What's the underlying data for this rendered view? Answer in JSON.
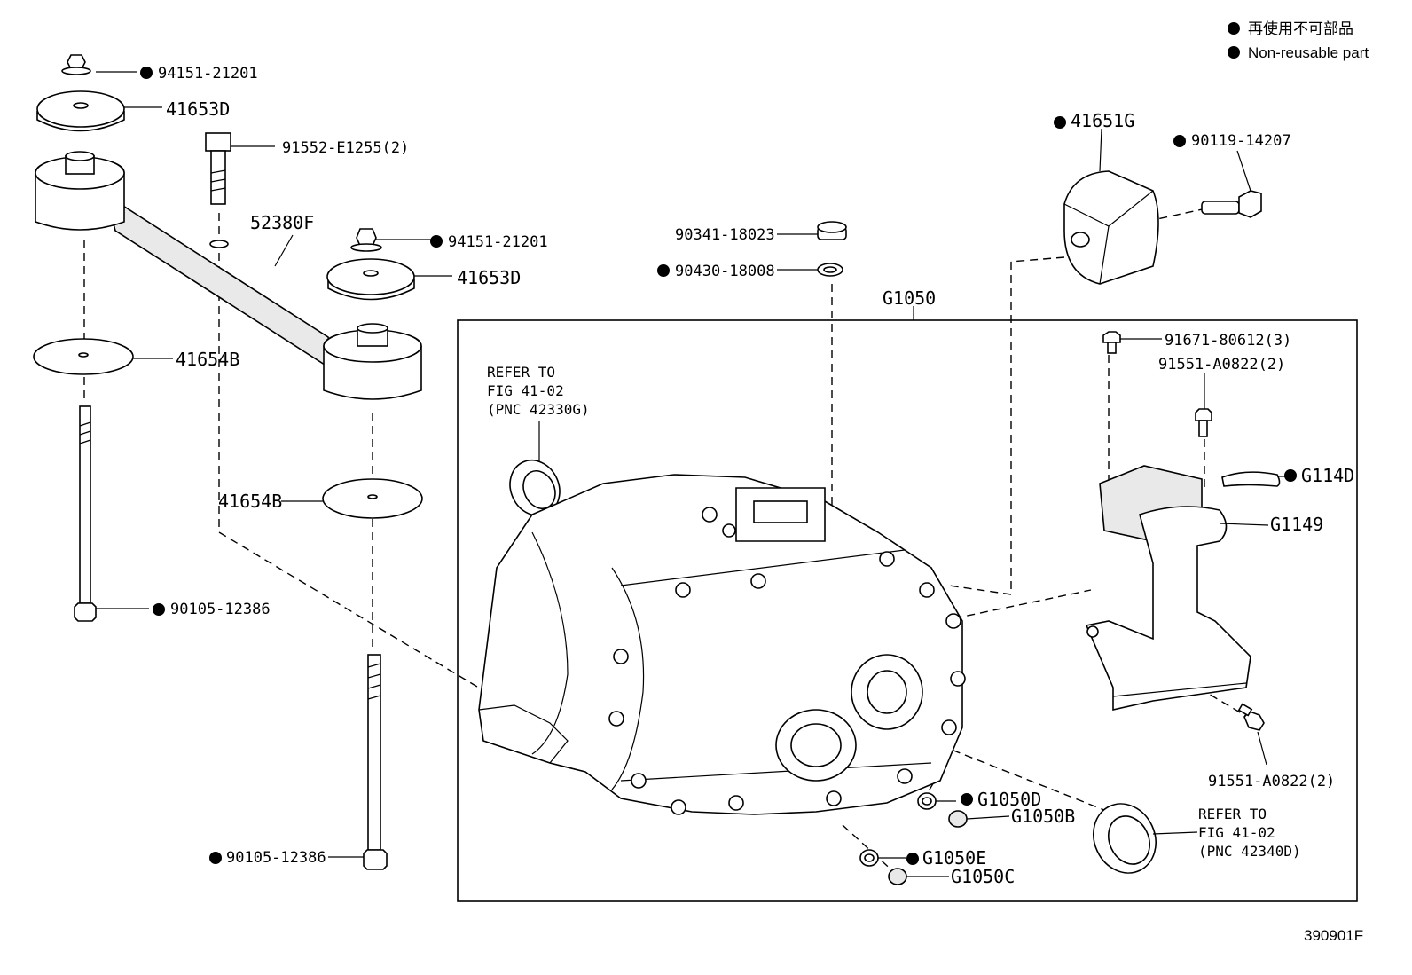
{
  "legend": {
    "line_ja": "再使用不可部品",
    "line_en": "Non-reusable part"
  },
  "figure_code": "390901F",
  "assembly_label": "G1050",
  "parts": [
    {
      "id": "p1",
      "text": "94151-21201",
      "non_reusable": true
    },
    {
      "id": "p2",
      "text": "41653D",
      "non_reusable": false
    },
    {
      "id": "p3",
      "text": "91552-E1255(2)",
      "non_reusable": false
    },
    {
      "id": "p4",
      "text": "52380F",
      "non_reusable": false
    },
    {
      "id": "p5",
      "text": "94151-21201",
      "non_reusable": true
    },
    {
      "id": "p6",
      "text": "41653D",
      "non_reusable": false
    },
    {
      "id": "p7",
      "text": "41654B",
      "non_reusable": false
    },
    {
      "id": "p8",
      "text": "41654B",
      "non_reusable": false
    },
    {
      "id": "p9",
      "text": "90105-12386",
      "non_reusable": true
    },
    {
      "id": "p10",
      "text": "90105-12386",
      "non_reusable": true
    },
    {
      "id": "p11",
      "text": "90341-18023",
      "non_reusable": false
    },
    {
      "id": "p12",
      "text": "90430-18008",
      "non_reusable": true
    },
    {
      "id": "p13",
      "text": "41651G",
      "non_reusable": true
    },
    {
      "id": "p14",
      "text": "90119-14207",
      "non_reusable": true
    },
    {
      "id": "p15",
      "text": "91671-80612(3)",
      "non_reusable": false
    },
    {
      "id": "p16",
      "text": "91551-A0822(2)",
      "non_reusable": false
    },
    {
      "id": "p17",
      "text": "G114D",
      "non_reusable": true
    },
    {
      "id": "p18",
      "text": "G1149",
      "non_reusable": false
    },
    {
      "id": "p19",
      "text": "91551-A0822(2)",
      "non_reusable": false
    },
    {
      "id": "p20",
      "text": "G1050D",
      "non_reusable": true
    },
    {
      "id": "p21",
      "text": "G1050B",
      "non_reusable": false
    },
    {
      "id": "p22",
      "text": "G1050E",
      "non_reusable": true
    },
    {
      "id": "p23",
      "text": "G1050C",
      "non_reusable": false
    }
  ],
  "refer_notes": [
    {
      "id": "r1",
      "lines": [
        "REFER TO",
        "FIG 41-02",
        "(PNC 42330G)"
      ]
    },
    {
      "id": "r2",
      "lines": [
        "REFER TO",
        "FIG 41-02",
        "(PNC 42340D)"
      ]
    }
  ]
}
